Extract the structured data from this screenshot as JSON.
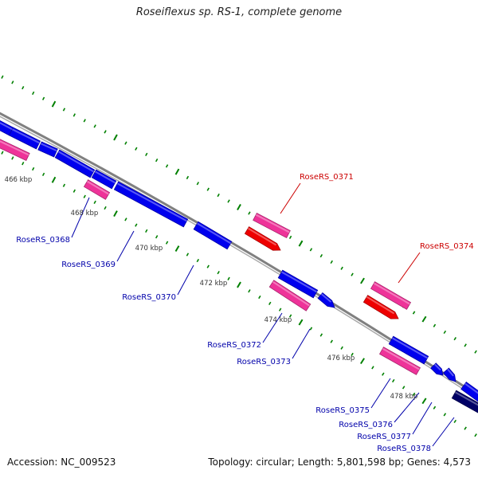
{
  "title": "Roseiflexus sp. RS-1, complete genome",
  "footer": {
    "accession": "Accession: NC_009523",
    "summary": "Topology: circular; Length: 5,801,598 bp; Genes: 4,573"
  },
  "colors": {
    "backbone": "#808080",
    "gene_blue": "#0000ee",
    "gene_pink": "#ee3399",
    "gene_red": "#ee0000",
    "gene_navy": "#000066",
    "tick_green": "#008000",
    "label_blue": "#0000aa",
    "label_red": "#cc0000",
    "kbp_text": "#333333"
  },
  "kbp_marks": [
    "466 kbp",
    "468 kbp",
    "470 kbp",
    "472 kbp",
    "474 kbp",
    "476 kbp",
    "478 kbp"
  ],
  "gene_labels": [
    {
      "text": "RoseRS_0368",
      "color": "blue"
    },
    {
      "text": "RoseRS_0369",
      "color": "blue"
    },
    {
      "text": "RoseRS_0370",
      "color": "blue"
    },
    {
      "text": "RoseRS_0371",
      "color": "red"
    },
    {
      "text": "RoseRS_0372",
      "color": "blue"
    },
    {
      "text": "RoseRS_0373",
      "color": "blue"
    },
    {
      "text": "RoseRS_0374",
      "color": "red"
    },
    {
      "text": "RoseRS_0375",
      "color": "blue"
    },
    {
      "text": "RoseRS_0376",
      "color": "blue"
    },
    {
      "text": "RoseRS_0377",
      "color": "blue"
    },
    {
      "text": "RoseRS_0378",
      "color": "blue"
    }
  ]
}
